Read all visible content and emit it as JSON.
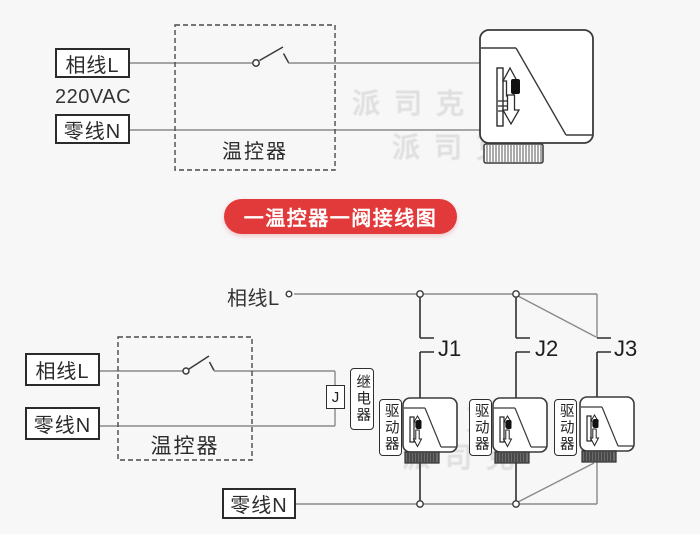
{
  "colors": {
    "accent_red": "#e23a3b",
    "wire": "#8a8a8a",
    "line_dark": "#3a3a3a",
    "background": "#f7f7f8"
  },
  "banner": {
    "title": "一温控器一阀接线图"
  },
  "top_diagram": {
    "phase_box": "相线L",
    "voltage": "220VAC",
    "neutral_box": "零线N",
    "thermostat_label": "温控器"
  },
  "bottom_diagram": {
    "phase_line_label": "相线L",
    "neutral_line_label": "零线N",
    "phase_box": "相线L",
    "neutral_box": "零线N",
    "thermostat_label": "温控器",
    "relay_coil": "J",
    "relay_label": "继电器",
    "contacts": [
      "J1",
      "J2",
      "J3"
    ],
    "drivers": [
      "驱动器",
      "驱动器",
      "驱动器"
    ]
  },
  "watermark": "派司克"
}
